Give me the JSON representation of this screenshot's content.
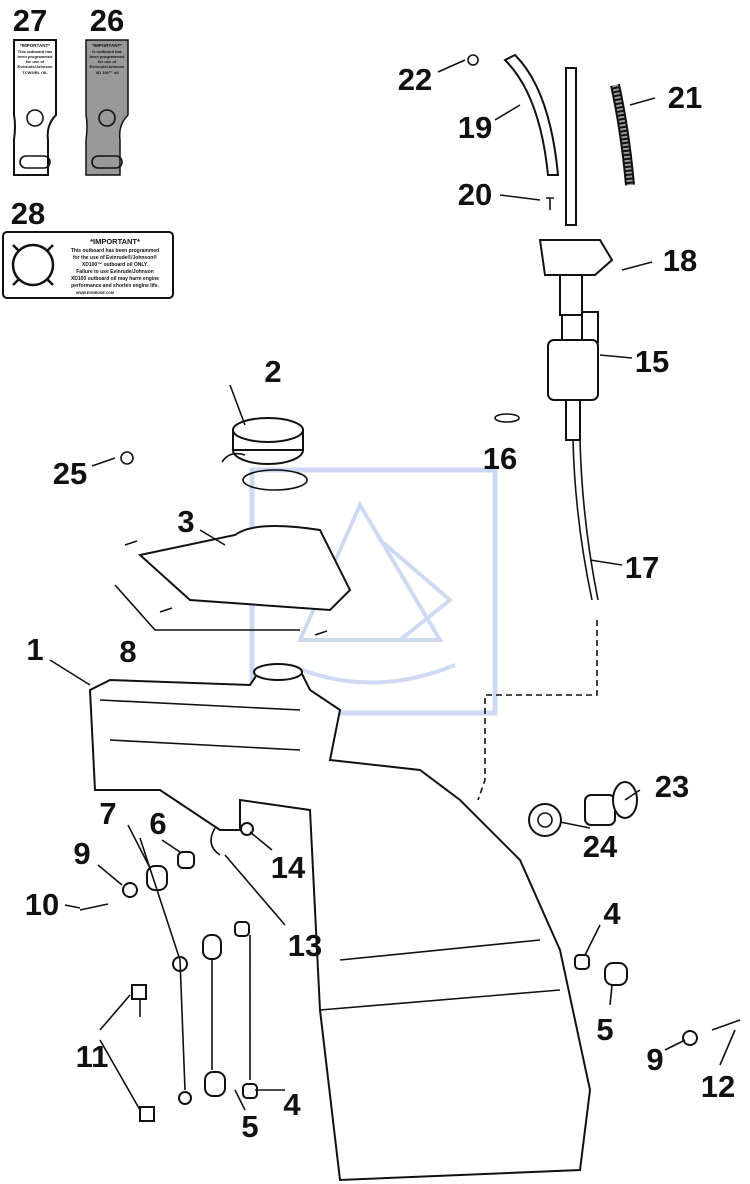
{
  "diagram": {
    "title": "Oil tank assembly exploded view",
    "watermark_color": "#c9d6f2",
    "callouts": [
      {
        "id": "c27",
        "label": "27"
      },
      {
        "id": "c26",
        "label": "26"
      },
      {
        "id": "c28",
        "label": "28"
      },
      {
        "id": "c22",
        "label": "22"
      },
      {
        "id": "c21",
        "label": "21"
      },
      {
        "id": "c19",
        "label": "19"
      },
      {
        "id": "c20",
        "label": "20"
      },
      {
        "id": "c18",
        "label": "18"
      },
      {
        "id": "c15",
        "label": "15"
      },
      {
        "id": "c16",
        "label": "16"
      },
      {
        "id": "c2",
        "label": "2"
      },
      {
        "id": "c25",
        "label": "25"
      },
      {
        "id": "c3",
        "label": "3"
      },
      {
        "id": "c17",
        "label": "17"
      },
      {
        "id": "c1",
        "label": "1"
      },
      {
        "id": "c8",
        "label": "8"
      },
      {
        "id": "c23",
        "label": "23"
      },
      {
        "id": "c24",
        "label": "24"
      },
      {
        "id": "c7",
        "label": "7"
      },
      {
        "id": "c6",
        "label": "6"
      },
      {
        "id": "c9a",
        "label": "9"
      },
      {
        "id": "c14",
        "label": "14"
      },
      {
        "id": "c10",
        "label": "10"
      },
      {
        "id": "c13",
        "label": "13"
      },
      {
        "id": "c4a",
        "label": "4"
      },
      {
        "id": "c5a",
        "label": "5"
      },
      {
        "id": "c11",
        "label": "11"
      },
      {
        "id": "c9b",
        "label": "9"
      },
      {
        "id": "c12",
        "label": "12"
      },
      {
        "id": "c4b",
        "label": "4"
      },
      {
        "id": "c5b",
        "label": "5"
      }
    ],
    "decal_28": {
      "heading": "*IMPORTANT*",
      "lines": [
        "This outboard has been programmed",
        "for the use of Evinrude®/Johnson®",
        "XD100™ outboard oil ONLY.",
        "Failure to use Evinrude/Johnson",
        "XD100 outboard oil may harm engine",
        "performance and shorten engine life."
      ],
      "url": "WWW.EVINRUDE.COM"
    },
    "tag_27": {
      "heading": "*IMPORTANT*",
      "lines": [
        "This outboard has",
        "been programmed",
        "for use of",
        "Evinrude/Johnson",
        "TCW3/RL OIL"
      ]
    },
    "tag_26": {
      "heading": "*IMPORTANT*",
      "lines": [
        "is outboard has",
        "been programmed",
        "for use of",
        "Evinrude/Johnson",
        "XD 100™ oil"
      ]
    }
  }
}
